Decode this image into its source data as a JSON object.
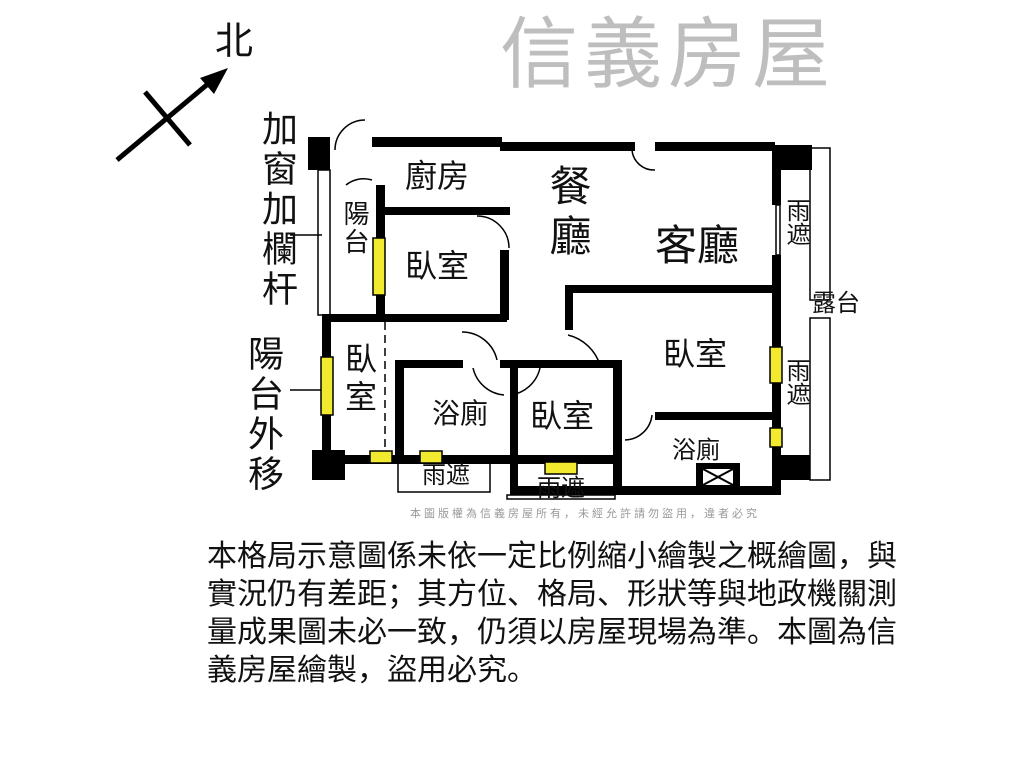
{
  "compass": {
    "north": "北"
  },
  "side_labels": {
    "window_rail": "加窗加欄杆",
    "balcony_move": "陽台外移"
  },
  "rooms": {
    "kitchen": "廚房",
    "dining": "餐廳",
    "living": "客廳",
    "balcony": "陽台",
    "bedroom_small": "臥室",
    "bedroom_left": "臥室",
    "bedroom_mid": "臥室",
    "bedroom_master": "臥室",
    "bath_left": "浴廁",
    "bath_right": "浴廁",
    "awning_right_top": "雨遮",
    "awning_right_bottom": "雨遮",
    "awning_bottom_left": "雨遮",
    "awning_bottom_mid": "雨遮",
    "terrace": "露台"
  },
  "watermark": {
    "brand": "信義房屋",
    "notice": "本圖版權為信義房屋所有，未經允許請勿盜用，違者必究"
  },
  "disclaimer": "本格局示意圖係未依一定比例縮小繪製之概繪圖，與實況仍有差距；其方位、格局、形狀等與地政機關測量成果圖未必一致，仍須以房屋現場為準。本圖為信義房屋繪製，盜用必究。",
  "colors": {
    "wall": "#000000",
    "window": "#f2ea2e"
  }
}
